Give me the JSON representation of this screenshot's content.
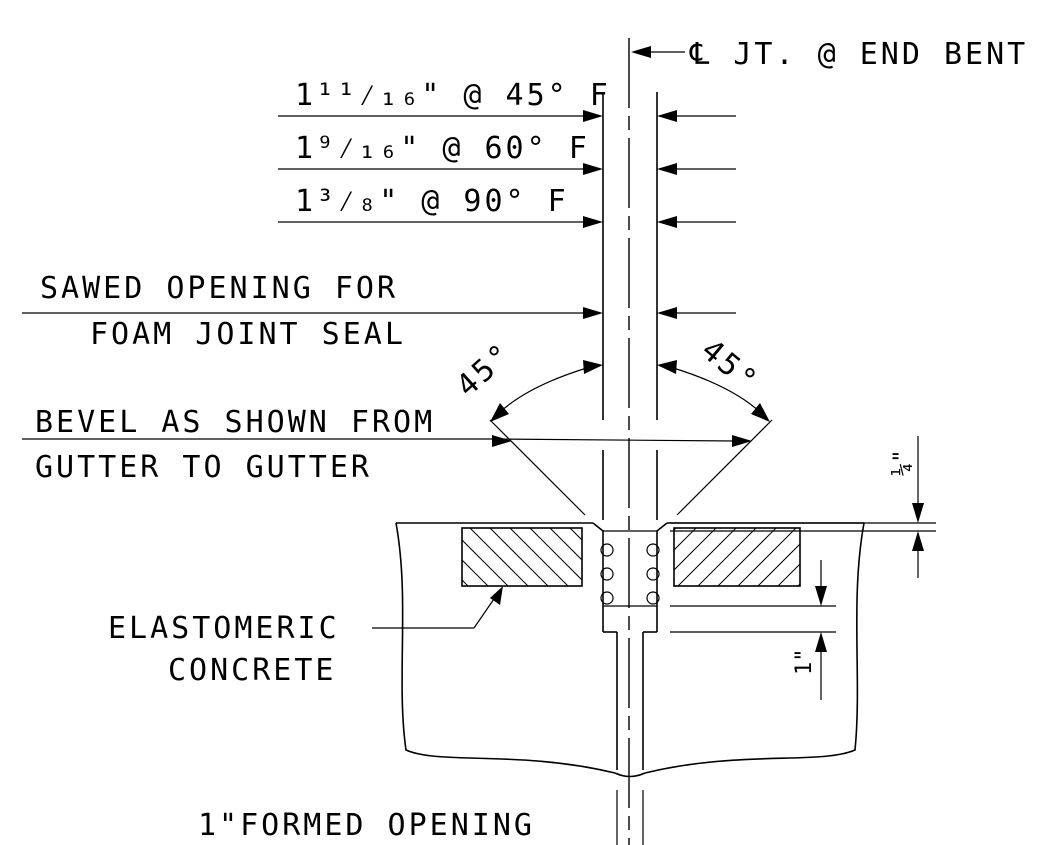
{
  "callouts": {
    "cl_joint": "℄ JT. @ END BENT",
    "gap_45": "1¹¹⁄₁₆\" @ 45° F",
    "gap_60": "1⁹⁄₁₆\" @ 60° F",
    "gap_90": "1³⁄₈\" @ 90° F",
    "sawed_line1": "SAWED OPENING FOR",
    "sawed_line2": "FOAM JOINT SEAL",
    "angle_left": "45°",
    "angle_right": "45°",
    "bevel_line1": "BEVEL AS SHOWN FROM",
    "bevel_line2": "GUTTER TO GUTTER",
    "elastomeric_line1": "ELASTOMERIC",
    "elastomeric_line2": "CONCRETE",
    "dim_quarter": "¼\"",
    "dim_one": "1\"",
    "formed_opening": "1\"FORMED OPENING"
  }
}
